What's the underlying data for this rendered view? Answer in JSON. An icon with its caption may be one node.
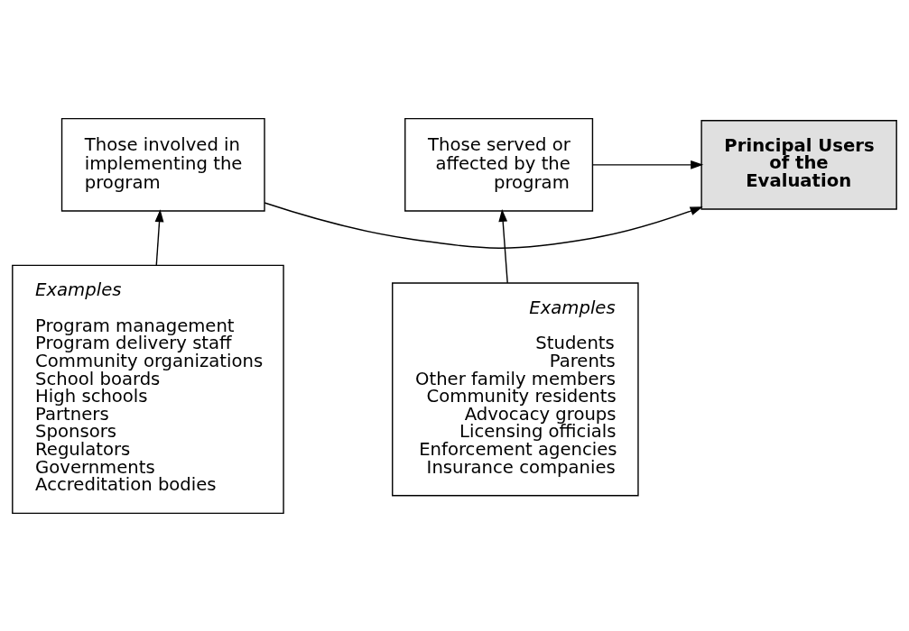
{
  "diagram": {
    "nodes": [
      {
        "text": [
          "Those involved in implementing the program"
        ]
      },
      {
        "text": [
          "Principal Users of the Evaluation"
        ]
      },
      {
        "text": [
          "Those served or affected by the program"
        ]
      },
      {
        "text": [
          "Examples",
          "Program management",
          "Program delivery staff",
          "Community organizations",
          "School boards",
          "High schools",
          "Partners",
          "Sponsors",
          "Regulators",
          "Governments",
          "Accreditation bodies"
        ]
      },
      {
        "text": [
          "Examples",
          "Students",
          "Parents",
          "Other family members",
          "Community residents",
          "Advocacy groups",
          "Licensing officials",
          "Enforcement agencies",
          "Insurance companies"
        ]
      }
    ],
    "edges": [
      {
        "from": 0,
        "to": 1,
        "arrow": "to"
      },
      {
        "from": 2,
        "to": 1,
        "arrow": "to"
      },
      {
        "from": 3,
        "to": 0,
        "arrow": "to"
      },
      {
        "from": 4,
        "to": 2,
        "arrow": "to"
      }
    ]
  }
}
